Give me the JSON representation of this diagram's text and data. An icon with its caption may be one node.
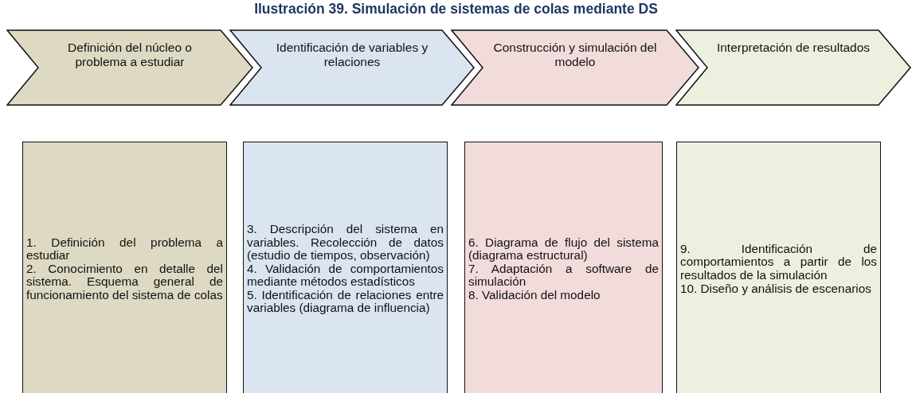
{
  "diagram": {
    "title": "Ilustración 39. Simulación de sistemas de colas mediante DS",
    "nodes": [
      {
        "text": [
          "Definición del núcleo o problema a estudiar"
        ]
      },
      {
        "text": [
          "Identificación de variables y relaciones"
        ]
      },
      {
        "text": [
          "Construcción y simulación del modelo"
        ]
      },
      {
        "text": [
          "Interpretación de resultados"
        ]
      },
      {
        "text": [
          "1. Definición del problema a estudiar",
          "2. Conocimiento en detalle del sistema. Esquema general de funcionamiento del sistema de colas"
        ]
      },
      {
        "text": [
          "3. Descripción del sistema en variables. Recolección de datos (estudio de tiempos, observación)",
          "4. Validación de comportamientos mediante métodos estadísticos",
          "5. Identificación de relaciones entre variables (diagrama de influencia)"
        ]
      },
      {
        "text": [
          "6. Diagrama de flujo del sistema (diagrama estructural)",
          "7. Adaptación a software de simulación",
          "8. Validación del modelo"
        ]
      },
      {
        "text": [
          "9. Identificación de comportamientos a partir de los resultados de la simulación",
          "10. Diseño y análisis de escenarios"
        ]
      }
    ]
  }
}
